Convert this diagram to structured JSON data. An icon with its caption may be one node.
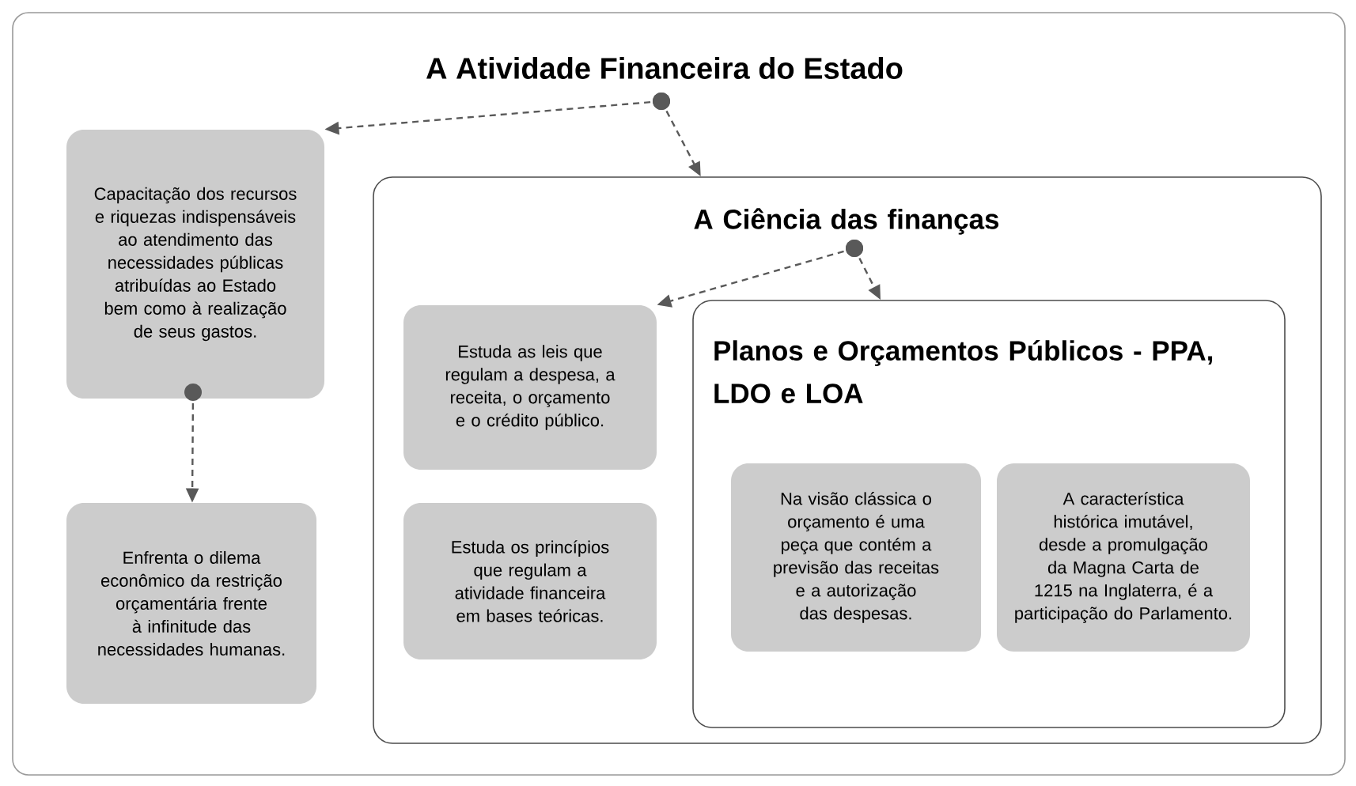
{
  "diagram": {
    "nodes": [
      {
        "text": [
          "A  Atividade Financeira do Estado"
        ]
      },
      {
        "text": [
          "Capacitação dos recursos e riquezas indispensáveis ao atendimento das necessidades públicas atribuídas ao Estado bem como à realização de seus gastos."
        ]
      },
      {
        "text": [
          "Enfrenta o dilema econômico da restrição orçamentária frente à infinitude das necessidades humanas."
        ]
      },
      {
        "text": [
          "A Ciência das finanças"
        ]
      },
      {
        "text": [
          "Estuda as leis que regulam a despesa, a receita, o orçamento e o crédito público."
        ],
        "in": 3
      },
      {
        "text": [
          "Estuda os princípios que regulam a atividade financeira em bases teóricas."
        ],
        "in": 3
      },
      {
        "text": [
          "Planos e Orçamentos Públicos - PPA, LDO e LOA"
        ],
        "in": 3
      },
      {
        "text": [
          "Na visão clássica o orçamento é uma peça que contém a previsão das receitas e a autorização das despesas."
        ],
        "in": 6
      },
      {
        "text": [
          "A característica histórica imutável, desde a promulgação da Magna Carta de 1215 na Inglaterra, é a participação do Parlamento."
        ],
        "in": 6
      }
    ],
    "edges": [
      {
        "from": 0,
        "to": 1,
        "arrow": "to",
        "style": "dashed"
      },
      {
        "from": 0,
        "to": 3,
        "arrow": "to",
        "style": "dashed"
      },
      {
        "from": 1,
        "to": 2,
        "arrow": "to",
        "style": "dashed"
      },
      {
        "from": 3,
        "to": 4,
        "arrow": "to",
        "style": "dashed"
      },
      {
        "from": 3,
        "to": 6,
        "arrow": "to",
        "style": "dashed"
      }
    ]
  }
}
